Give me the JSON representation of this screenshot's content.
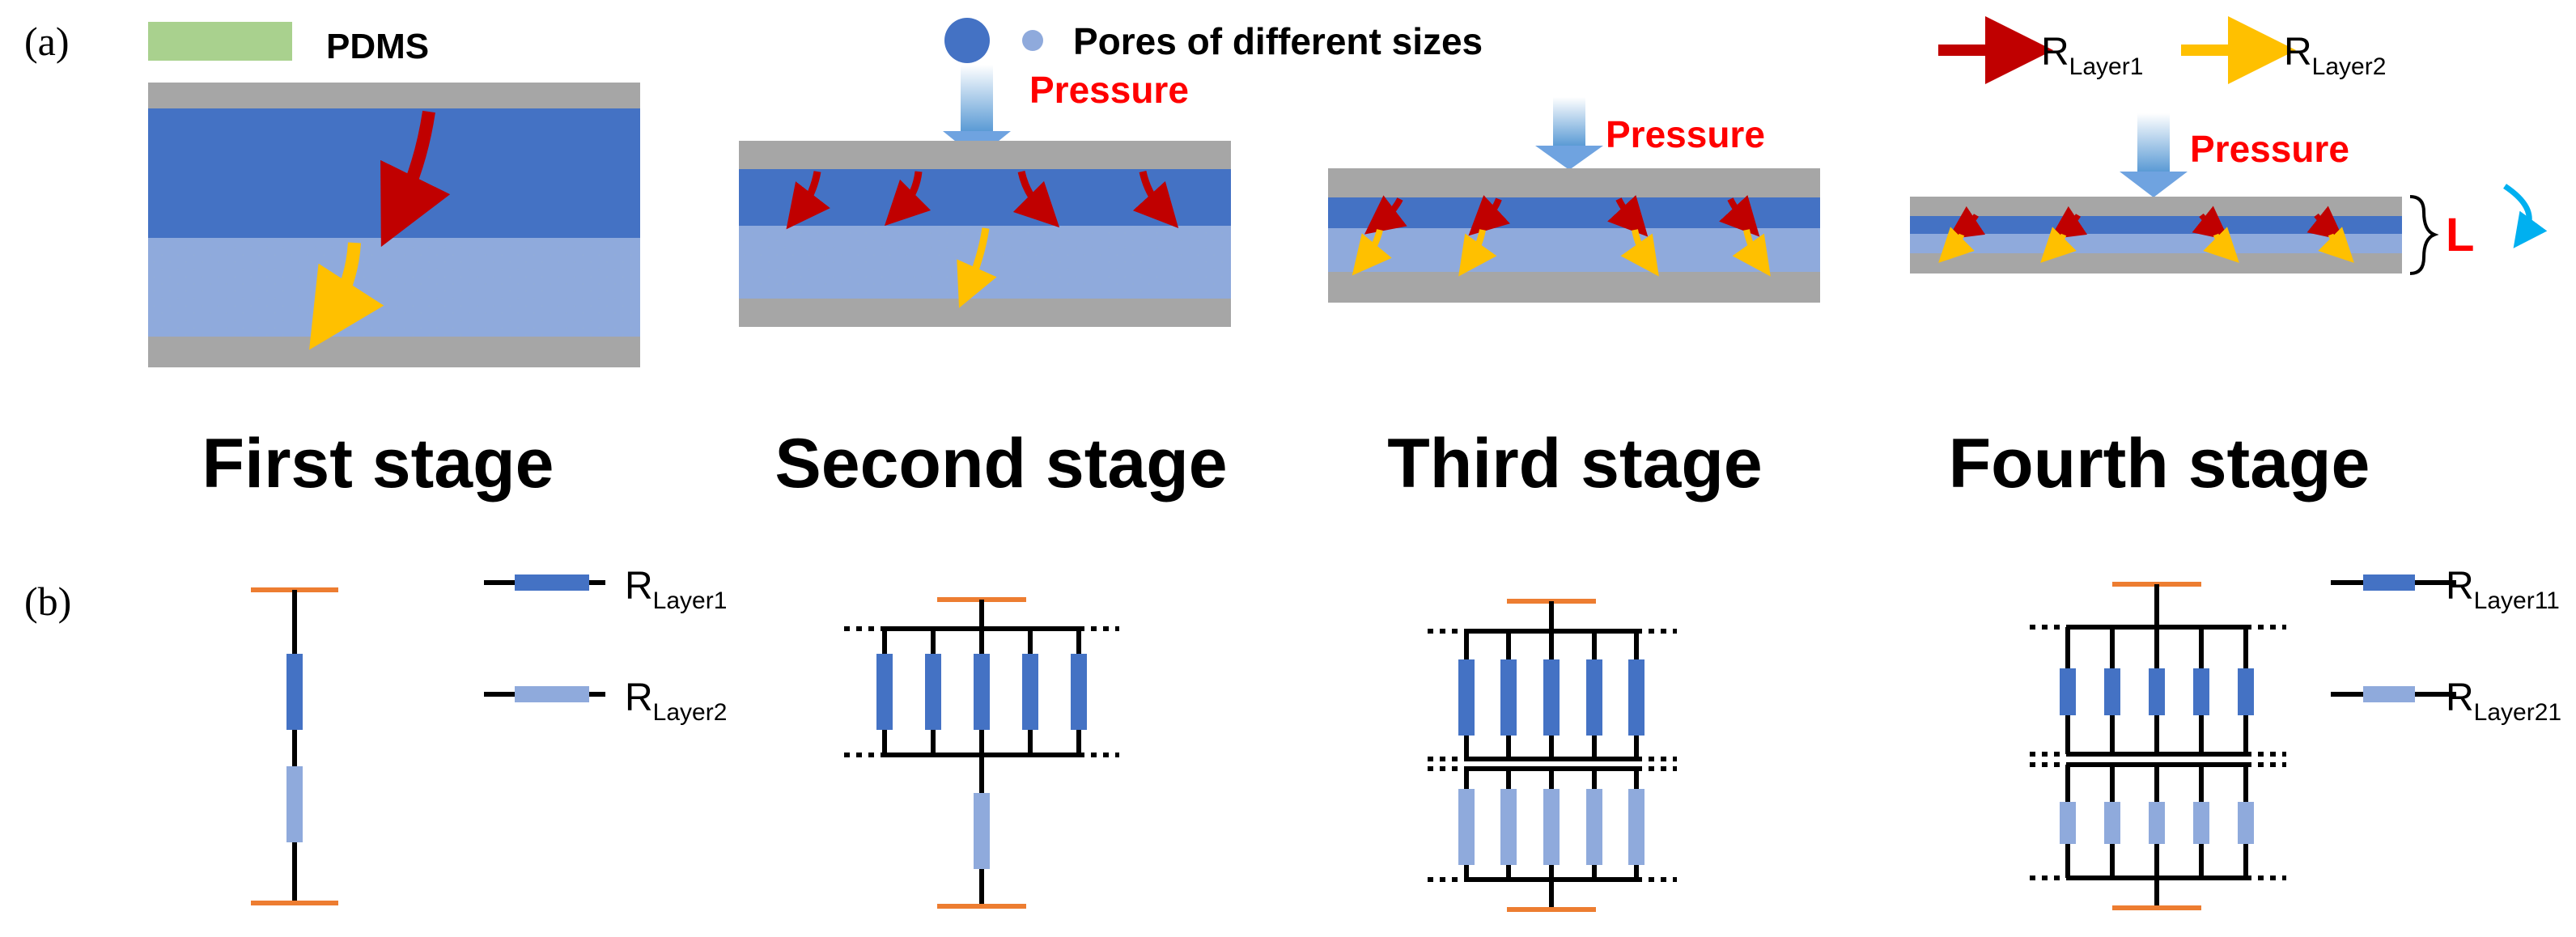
{
  "panels": {
    "a": "(a)",
    "b": "(b)"
  },
  "legend": {
    "pdms": "PDMS",
    "pores": "Pores of different sizes",
    "r_layer1_main": "R",
    "r_layer1_sub": "Layer1",
    "r_layer2_main": "R",
    "r_layer2_sub": "Layer2"
  },
  "pressure_label": "Pressure",
  "thickness_label": "L",
  "stages": [
    {
      "title": "First stage"
    },
    {
      "title": "Second stage"
    },
    {
      "title": "Third stage"
    },
    {
      "title": "Fourth stage"
    }
  ],
  "circuit_legend_left": {
    "r1_main": "R",
    "r1_sub": "Layer1",
    "r2_main": "R",
    "r2_sub": "Layer2"
  },
  "circuit_legend_right": {
    "r1_main": "R",
    "r1_sub": "Layer11",
    "r2_main": "R",
    "r2_sub": "Layer21"
  },
  "colors": {
    "pdms": "#a9d18e",
    "dark_pore": "#4472c4",
    "light_pore": "#8faadc",
    "substrate": "#a6a6a6",
    "arrow_red": "#c00000",
    "arrow_yellow": "#ffc000",
    "pressure_text": "#ff0000",
    "pressure_arrow": "#6fa3e0",
    "contact": "#ed7d31",
    "rotate_arrow": "#00b0f0"
  }
}
